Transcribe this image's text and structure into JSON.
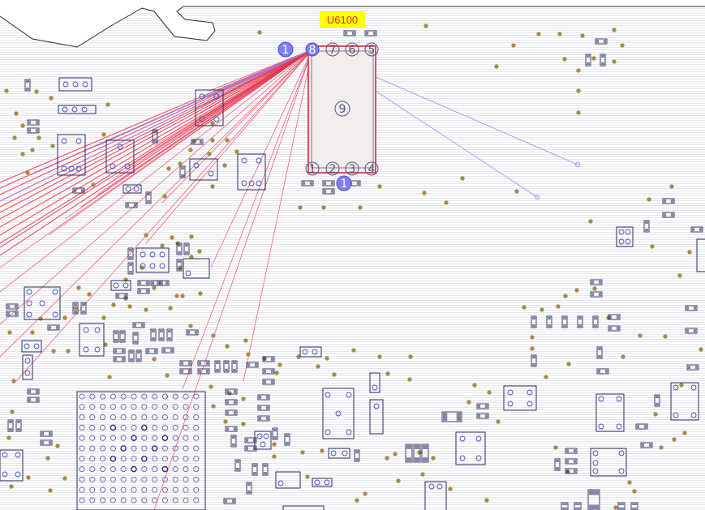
{
  "viewer": {
    "selected_part": "U6100",
    "net_marker_label": "1",
    "highlight_color": "#ffff00",
    "selection_color": "#d42a3c",
    "net_line_color": "#e8304a",
    "ratsnest_color": "#8c8cf0",
    "via_color": "#a88a4a",
    "outline_color": "#2a2a5a",
    "pin_fill_active": "#7f7ff0"
  },
  "component": {
    "ref": "U6100",
    "pins_top": [
      "8",
      "7",
      "6",
      "5"
    ],
    "pins_bottom": [
      "1",
      "2",
      "3",
      "4"
    ],
    "center_pad": "9",
    "active_pin": "8"
  },
  "markers": [
    {
      "label": "1",
      "kind": "net-marker-left"
    },
    {
      "label": "1",
      "kind": "net-marker-bottom"
    }
  ]
}
